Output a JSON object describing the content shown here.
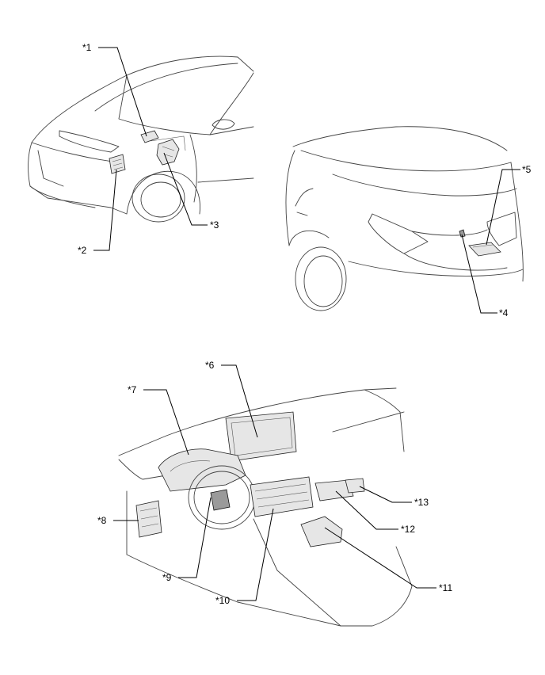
{
  "callouts": {
    "c1": "*1",
    "c2": "*2",
    "c3": "*3",
    "c4": "*4",
    "c5": "*5",
    "c6": "*6",
    "c7": "*7",
    "c8": "*8",
    "c9": "*9",
    "c10": "*10",
    "c11": "*11",
    "c12": "*12",
    "c13": "*13"
  }
}
